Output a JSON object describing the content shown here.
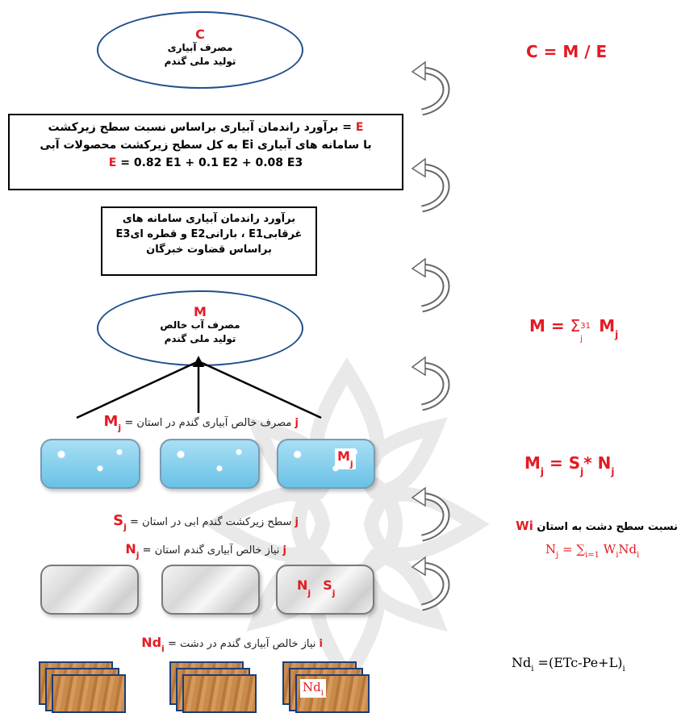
{
  "top_ellipse": {
    "letter": "C",
    "line1": "مصرف آبیاری",
    "line2": "تولید ملی گندم"
  },
  "mid_ellipse": {
    "letter": "M",
    "line1": "مصرف آب خالص",
    "line2": "تولید ملی گندم"
  },
  "box_e": {
    "letter": "E",
    "line1": " = برآورد راندمان آبیاری  براساس نسبت سطح زیرکشت",
    "line2": "با سامانه های آبیاری Ei به کل سطح زیرکشت محصولات آبی",
    "formula_lhs": "E",
    "formula_rhs": " = 0.82 E1 + 0.1 E2 + 0.08 E3"
  },
  "box_e123": {
    "line1": "برآورد راندمان آبیاری سامانه های",
    "line2": "غرقابیE1 ، بارانیE2 و قطره ایE3",
    "line3": "براساس قضاوت خبرگان"
  },
  "labels": {
    "mj_def": "مصرف خالص آبیاری گندم در استان",
    "mj_def_var": "j",
    "mj_sym": "M",
    "mj_sub": "j",
    "sj_def": "سطح زیرکشت گندم ابی در استان",
    "sj_def_var": "j",
    "sj_sym": "S",
    "sj_sub": "j",
    "nj_def": "نیاز خالص آبیاری گندم استان",
    "nj_def_var": "j",
    "nj_sym": "N",
    "nj_sub": "j",
    "ndi_def": "نیاز خالص آبیاری گندم در دشت",
    "ndi_def_var": "i",
    "ndi_sym": "Nd",
    "ndi_sub": "i",
    "eq_sign": "="
  },
  "tiles": {
    "water_label_sym": "M",
    "water_label_sub": "j",
    "marble_label_n": "N",
    "marble_label_n_sub": "j",
    "marble_label_s": "S",
    "marble_label_s_sub": "j",
    "wood_label_sym": "Nd",
    "wood_label_sub": "i"
  },
  "equations": {
    "c_eq": "C = M / E",
    "m_eq_lhs": "M = ",
    "m_eq_sum": "Σ",
    "m_eq_sup": "31",
    "m_eq_sub": "j",
    "m_eq_rhs": "M",
    "m_eq_rhs_sub": "j",
    "mj_eq_lhs": "M",
    "mj_eq_lhs_sub": "j",
    "mj_eq_mid": " = S",
    "mj_eq_mid_sub": "j",
    "mj_eq_rhs": "* N",
    "mj_eq_rhs_sub": "j",
    "wi_label": "Wi",
    "wi_text": " نسبت سطح دشت به استان",
    "nj_eq_lhs": "N",
    "nj_eq_lhs_sub": "j",
    "nj_eq_mid": " = ",
    "nj_eq_sum": "∑",
    "nj_eq_sum_sub": "i=1",
    "nj_eq_rhs": " W",
    "nj_eq_rhs_sub1": "i",
    "nj_eq_rhs2": "Nd",
    "nj_eq_rhs_sub2": "i",
    "ndi_eq_lhs": "Nd",
    "ndi_eq_lhs_sub": "i",
    "ndi_eq_rhs": " =(ETc-Pe+L)",
    "ndi_eq_rhs_sub": "i"
  },
  "colors": {
    "accent_red": "#e31b23",
    "ellipse_border": "#1f4e8c",
    "wood_border": "#1a3d7c"
  }
}
